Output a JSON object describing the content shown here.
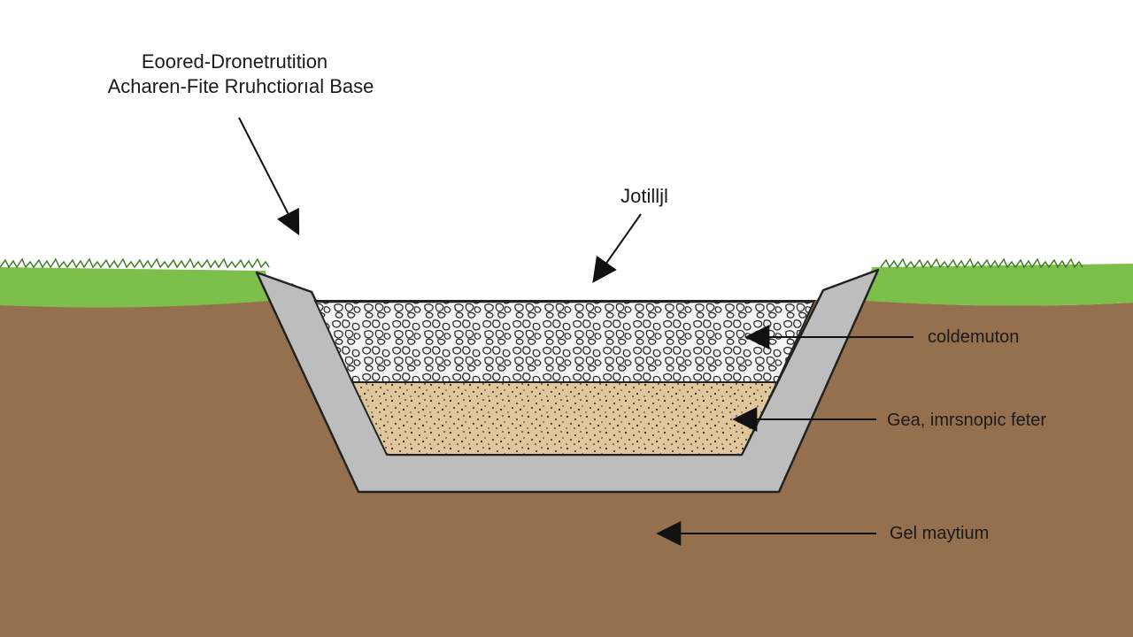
{
  "title": {
    "line1": "Eoored-Dronetrutition",
    "line2": "Acharen-Fite Rruhctiorıal Base"
  },
  "labels": {
    "top_center": "Jotilljl",
    "gravel_layer": "coldemuton",
    "sand_layer": "Gea, imrsnopic feter",
    "native_soil": "Gel maytium"
  },
  "colors": {
    "sky": "#ffffff",
    "grass": "#7cbf4a",
    "grass_dark": "#3f7d24",
    "soil": "#94704f",
    "concrete": "#bdbdbd",
    "concrete_edge": "#222222",
    "sand": "#e1c69b",
    "gravel_bg": "#f2f2f2"
  }
}
